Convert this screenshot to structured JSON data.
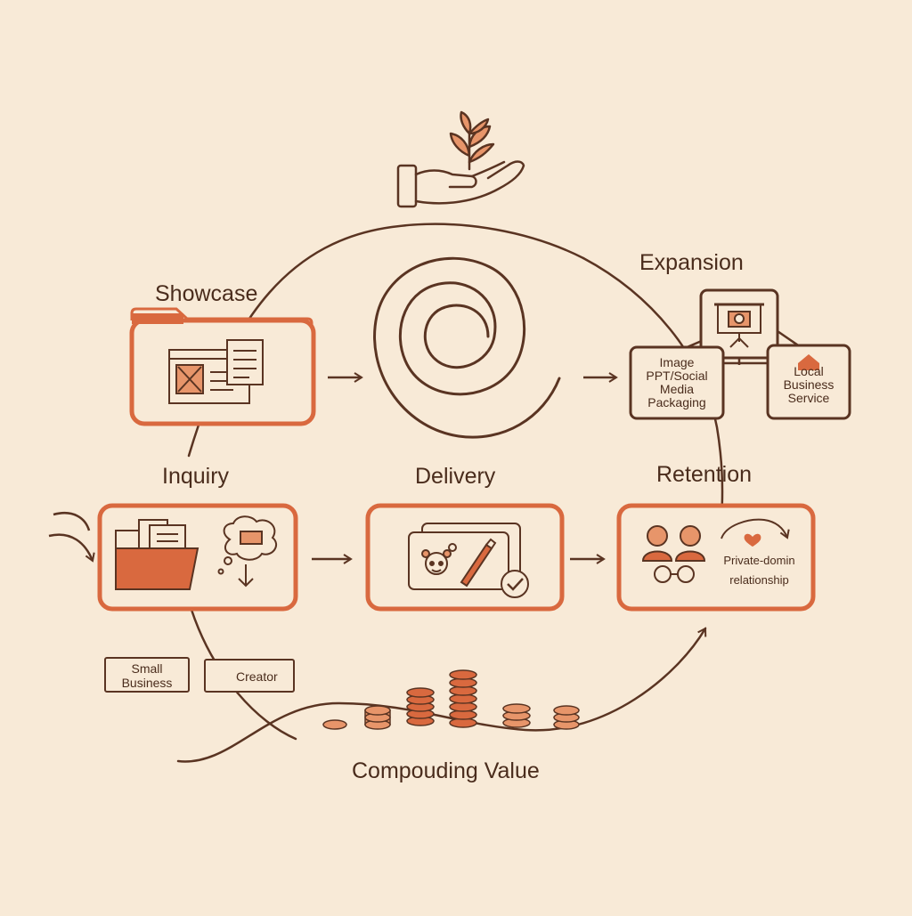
{
  "stages": {
    "showcase": "Showcase",
    "inquiry": "Inquiry",
    "delivery": "Delivery",
    "retention": "Retention",
    "expansion": "Expansion"
  },
  "expansion_nodes": {
    "image_line1": "Image",
    "image_line2": "PPT/Social",
    "image_line3": "Media",
    "image_line4": "Packaging",
    "local_line1": "Local",
    "local_line2": "Business",
    "local_line3": "Service"
  },
  "retention_text": {
    "line1": "Private-domin",
    "line2": "relationship"
  },
  "audience_tags": {
    "small_business_line1": "Small",
    "small_business_line2": "Business",
    "creator": "Creator"
  },
  "footer": {
    "caption": "Compouding Value"
  },
  "colors": {
    "background": "#f8ead7",
    "accent": "#d9693f",
    "stroke": "#5a3422",
    "text": "#4a2c1c"
  },
  "icons": [
    "hand-sprout-icon",
    "folder-document-icon",
    "spiral-icon",
    "folder-files-icon",
    "chat-bubble-icon",
    "robot-paintbrush-icon",
    "checkmark-icon",
    "two-people-icon",
    "heart-icon",
    "presentation-icon",
    "house-icon",
    "coin-stack-icon",
    "arrow-right-icon"
  ]
}
